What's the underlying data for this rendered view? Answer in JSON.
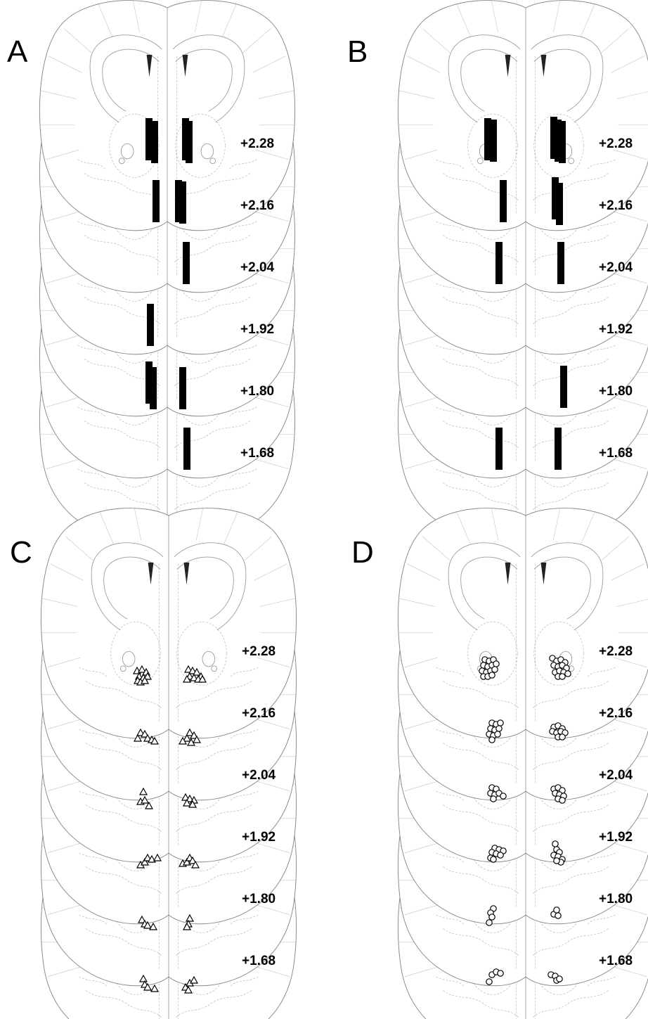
{
  "panels": [
    {
      "letter": "A",
      "marker": "bar",
      "levels": [
        {
          "label": "+2.28",
          "marks": [
            [
              -26,
              0
            ],
            [
              -18,
              4
            ],
            [
              26,
              0
            ],
            [
              31,
              4
            ]
          ]
        },
        {
          "label": "+2.16",
          "marks": [
            [
              -16,
              0
            ],
            [
              16,
              0
            ],
            [
              22,
              2
            ]
          ]
        },
        {
          "label": "+2.04",
          "marks": [
            [
              27,
              0
            ]
          ]
        },
        {
          "label": "+1.92",
          "marks": [
            [
              -24,
              0
            ]
          ]
        },
        {
          "label": "+1.80",
          "marks": [
            [
              -26,
              -6
            ],
            [
              -20,
              2
            ],
            [
              22,
              2
            ]
          ]
        },
        {
          "label": "+1.68",
          "marks": [
            [
              28,
              0
            ]
          ]
        }
      ]
    },
    {
      "letter": "B",
      "marker": "bar",
      "levels": [
        {
          "label": "+2.28",
          "marks": [
            [
              -54,
              0
            ],
            [
              -46,
              2
            ],
            [
              40,
              -2
            ],
            [
              46,
              2
            ],
            [
              52,
              4
            ]
          ]
        },
        {
          "label": "+2.16",
          "marks": [
            [
              -32,
              0
            ],
            [
              42,
              -4
            ],
            [
              48,
              4
            ]
          ]
        },
        {
          "label": "+2.04",
          "marks": [
            [
              -38,
              0
            ],
            [
              50,
              0
            ]
          ]
        },
        {
          "label": "+1.92",
          "marks": []
        },
        {
          "label": "+1.80",
          "marks": [
            [
              54,
              0
            ]
          ]
        },
        {
          "label": "+1.68",
          "marks": [
            [
              -38,
              0
            ],
            [
              46,
              0
            ]
          ]
        }
      ]
    },
    {
      "letter": "C",
      "marker": "triangle",
      "levels": [
        {
          "label": "+2.28",
          "marks": [
            [
              -45,
              -6
            ],
            [
              -38,
              -8
            ],
            [
              -32,
              -4
            ],
            [
              -42,
              2
            ],
            [
              -36,
              4
            ],
            [
              -30,
              2
            ],
            [
              -44,
              8
            ],
            [
              -40,
              10
            ],
            [
              -34,
              8
            ],
            [
              28,
              -8
            ],
            [
              34,
              -6
            ],
            [
              40,
              -4
            ],
            [
              46,
              2
            ],
            [
              30,
              2
            ],
            [
              36,
              4
            ],
            [
              42,
              6
            ],
            [
              26,
              6
            ],
            [
              48,
              6
            ]
          ]
        },
        {
          "label": "+2.16",
          "marks": [
            [
              -40,
              -6
            ],
            [
              -34,
              -4
            ],
            [
              -44,
              2
            ],
            [
              -30,
              2
            ],
            [
              -24,
              4
            ],
            [
              -20,
              6
            ],
            [
              30,
              -6
            ],
            [
              36,
              -2
            ],
            [
              26,
              2
            ],
            [
              20,
              6
            ],
            [
              40,
              4
            ],
            [
              32,
              8
            ]
          ]
        },
        {
          "label": "+2.04",
          "marks": [
            [
              -36,
              -10
            ],
            [
              -40,
              4
            ],
            [
              -34,
              2
            ],
            [
              -28,
              10
            ],
            [
              24,
              -2
            ],
            [
              30,
              0
            ],
            [
              36,
              2
            ],
            [
              26,
              6
            ],
            [
              34,
              8
            ]
          ]
        },
        {
          "label": "+1.92",
          "marks": [
            [
              -40,
              6
            ],
            [
              -34,
              2
            ],
            [
              -30,
              -4
            ],
            [
              -24,
              -2
            ],
            [
              -16,
              -4
            ],
            [
              20,
              4
            ],
            [
              26,
              2
            ],
            [
              30,
              -4
            ],
            [
              34,
              0
            ],
            [
              38,
              6
            ]
          ]
        },
        {
          "label": "+1.80",
          "marks": [
            [
              -38,
              -4
            ],
            [
              -34,
              2
            ],
            [
              -30,
              4
            ],
            [
              -22,
              6
            ],
            [
              30,
              -6
            ],
            [
              28,
              2
            ],
            [
              26,
              6
            ]
          ]
        },
        {
          "label": "+1.68",
          "marks": [
            [
              -36,
              -8
            ],
            [
              -34,
              0
            ],
            [
              -30,
              4
            ],
            [
              -20,
              6
            ],
            [
              24,
              4
            ],
            [
              30,
              -2
            ],
            [
              36,
              -6
            ],
            [
              28,
              8
            ]
          ]
        }
      ]
    },
    {
      "letter": "D",
      "marker": "circle",
      "levels": [
        {
          "label": "+2.28",
          "marks": [
            [
              -58,
              -12
            ],
            [
              -52,
              -10
            ],
            [
              -46,
              -12
            ],
            [
              -60,
              -4
            ],
            [
              -54,
              -2
            ],
            [
              -48,
              -4
            ],
            [
              -42,
              -6
            ],
            [
              -62,
              4
            ],
            [
              -56,
              6
            ],
            [
              -50,
              4
            ],
            [
              -44,
              2
            ],
            [
              -60,
              12
            ],
            [
              -54,
              12
            ],
            [
              -48,
              10
            ],
            [
              38,
              -14
            ],
            [
              44,
              -10
            ],
            [
              50,
              -12
            ],
            [
              56,
              -8
            ],
            [
              40,
              -4
            ],
            [
              46,
              -2
            ],
            [
              52,
              -4
            ],
            [
              58,
              0
            ],
            [
              42,
              6
            ],
            [
              48,
              4
            ],
            [
              54,
              6
            ],
            [
              60,
              8
            ],
            [
              46,
              12
            ],
            [
              52,
              12
            ]
          ]
        },
        {
          "label": "+2.16",
          "marks": [
            [
              -48,
              -10
            ],
            [
              -42,
              -8
            ],
            [
              -36,
              -10
            ],
            [
              -50,
              -2
            ],
            [
              -44,
              0
            ],
            [
              -38,
              -2
            ],
            [
              -52,
              6
            ],
            [
              -46,
              8
            ],
            [
              -40,
              6
            ],
            [
              -48,
              14
            ],
            [
              40,
              -4
            ],
            [
              46,
              -6
            ],
            [
              52,
              -2
            ],
            [
              38,
              2
            ],
            [
              44,
              4
            ],
            [
              50,
              2
            ],
            [
              56,
              4
            ],
            [
              46,
              10
            ],
            [
              52,
              10
            ]
          ]
        },
        {
          "label": "+2.04",
          "marks": [
            [
              -48,
              -6
            ],
            [
              -42,
              -4
            ],
            [
              -50,
              2
            ],
            [
              -44,
              4
            ],
            [
              -38,
              2
            ],
            [
              -32,
              6
            ],
            [
              -46,
              10
            ],
            [
              40,
              -4
            ],
            [
              46,
              -6
            ],
            [
              52,
              -2
            ],
            [
              42,
              2
            ],
            [
              48,
              4
            ],
            [
              54,
              6
            ],
            [
              46,
              10
            ],
            [
              52,
              12
            ]
          ]
        },
        {
          "label": "+1.92",
          "marks": [
            [
              -44,
              -8
            ],
            [
              -38,
              -6
            ],
            [
              -32,
              -4
            ],
            [
              -48,
              -2
            ],
            [
              -42,
              0
            ],
            [
              -50,
              6
            ],
            [
              -46,
              8
            ],
            [
              -36,
              2
            ],
            [
              42,
              -14
            ],
            [
              44,
              -6
            ],
            [
              48,
              -2
            ],
            [
              40,
              2
            ],
            [
              46,
              4
            ],
            [
              52,
              8
            ],
            [
              50,
              12
            ],
            [
              44,
              10
            ]
          ]
        },
        {
          "label": "+1.80",
          "marks": [
            [
              -46,
              -10
            ],
            [
              -50,
              -4
            ],
            [
              -48,
              2
            ],
            [
              -52,
              10
            ],
            [
              40,
              -2
            ],
            [
              46,
              0
            ],
            [
              44,
              -8
            ]
          ]
        },
        {
          "label": "+1.68",
          "marks": [
            [
              -48,
              -4
            ],
            [
              -42,
              -8
            ],
            [
              -36,
              -6
            ],
            [
              -52,
              6
            ],
            [
              36,
              -4
            ],
            [
              42,
              -2
            ],
            [
              44,
              4
            ],
            [
              48,
              2
            ]
          ]
        }
      ]
    }
  ]
}
